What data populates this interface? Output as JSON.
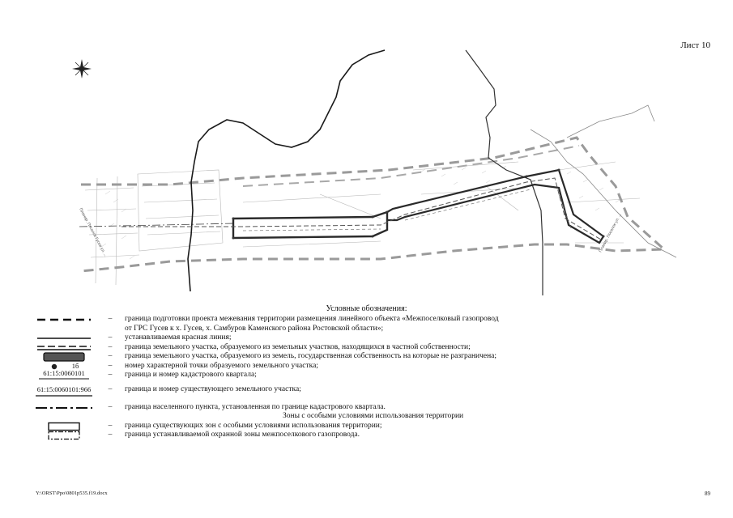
{
  "sheet_label": "Лист 10",
  "map": {
    "north_arrow_icon": "north-arrow-icon",
    "road_label_left": "Планир. Поселок Гусев ул. ...",
    "road_label_right": "Планир. Поселок ул. ..."
  },
  "legend": {
    "title": "Условные обозначения:",
    "rows": [
      {
        "text": "граница подготовки проекта межевания территории размещения линейного объекта «Межпоселковый газопровод"
      },
      {
        "text": "от ГРС Гусев к х. Гусев, х. Самбуров Каменского района Ростовской области»;"
      },
      {
        "text": "устанавливаемая красная линия;"
      },
      {
        "text": "граница земельного участка, образуемого из земельных участков, находящихся в частной собственности;"
      },
      {
        "text": "граница земельного участка, образуемого из земель, государственная собственность на которые не разграничена;"
      },
      {
        "text": "номер характерной точки образуемого земельного участка;",
        "symbol_label": "1б"
      },
      {
        "text": "граница и номер кадастрового квартала;",
        "symbol_label": "61:15:0060101"
      },
      {
        "text": "граница и номер существующего земельного участка;",
        "symbol_label": "61:15:0060101:966"
      },
      {
        "text": "граница населенного пункта, установленная по границе кадастрового квартала."
      },
      {
        "text": "Зоны с особыми условиями использования территории"
      },
      {
        "text": "граница существующих зон с особыми условиями использования территории;"
      },
      {
        "text": "граница устанавливаемой охранной зоны межпоселкового газопровода."
      }
    ]
  },
  "footer": {
    "path": "Y:\\ORST\\Ppo\\0801p535.f19.docx",
    "page_number": "89"
  }
}
